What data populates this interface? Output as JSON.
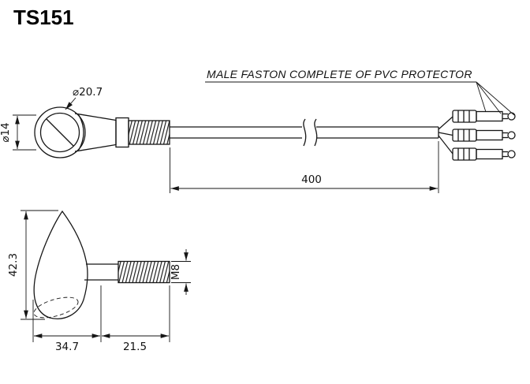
{
  "title": "TS151",
  "colors": {
    "background": "#ffffff",
    "line": "#161616"
  },
  "top_view": {
    "note": "MALE FASTON COMPLETE OF PVC PROTECTOR",
    "dims": {
      "lens_diameter": "⌀20.7",
      "head_diameter": "⌀14",
      "cable_length": "400"
    }
  },
  "side_view": {
    "dims": {
      "height": "42.3",
      "body_length": "34.7",
      "thread_length": "21.5",
      "thread_size": "M8"
    }
  }
}
